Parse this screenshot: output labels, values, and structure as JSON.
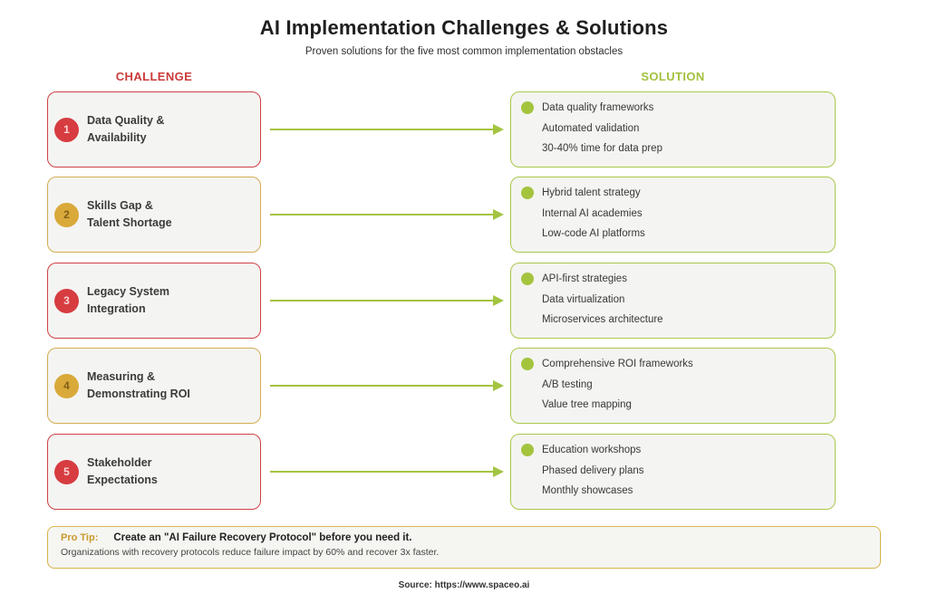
{
  "header": {
    "title": "AI Implementation Challenges & Solutions",
    "subtitle": "Proven solutions for the five most common implementation obstacles",
    "challenge_label": "CHALLENGE",
    "solution_label": "SOLUTION"
  },
  "colors": {
    "red_accent": "#d63c40",
    "gold_accent": "#d9a93a",
    "green_accent": "#a4c43e",
    "box_background": "#f4f4f2"
  },
  "icons": {
    "arrow": "right-arrow",
    "bullet": "green-dot"
  },
  "rows": [
    {
      "number": "1",
      "accent": "red",
      "challenge_lines": [
        "Data Quality &",
        "Availability"
      ],
      "solutions": [
        "Data quality frameworks",
        "Automated validation",
        "30-40% time for data prep"
      ]
    },
    {
      "number": "2",
      "accent": "gold",
      "challenge_lines": [
        "Skills Gap &",
        "Talent Shortage"
      ],
      "solutions": [
        "Hybrid talent strategy",
        "Internal AI academies",
        "Low-code AI platforms"
      ]
    },
    {
      "number": "3",
      "accent": "red",
      "challenge_lines": [
        "Legacy System",
        "Integration"
      ],
      "solutions": [
        "API-first strategies",
        "Data virtualization",
        "Microservices architecture"
      ]
    },
    {
      "number": "4",
      "accent": "gold",
      "challenge_lines": [
        "Measuring &",
        "Demonstrating ROI"
      ],
      "solutions": [
        "Comprehensive ROI frameworks",
        "A/B testing",
        "Value tree mapping"
      ]
    },
    {
      "number": "5",
      "accent": "red",
      "challenge_lines": [
        "Stakeholder",
        "Expectations"
      ],
      "solutions": [
        "Education workshops",
        "Phased delivery plans",
        "Monthly showcases"
      ]
    }
  ],
  "pro_tip": {
    "label": "Pro Tip:",
    "headline": "Create an \"AI Failure Recovery Protocol\" before you need it.",
    "detail": "Organizations with recovery protocols reduce failure impact by 60% and recover 3x faster."
  },
  "footer": {
    "source": "Source: https://www.spaceo.ai"
  }
}
